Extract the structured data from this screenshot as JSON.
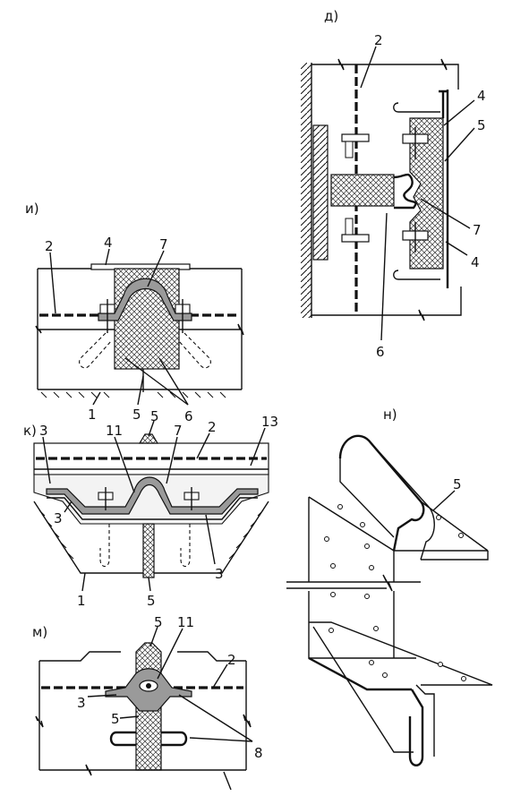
{
  "panels": {
    "d": {
      "letter": "д)",
      "callouts": {
        "c2": "2",
        "c4a": "4",
        "c5": "5",
        "c7": "7",
        "c4b": "4",
        "c6": "6"
      }
    },
    "i": {
      "letter": "и)",
      "callouts": {
        "c2": "2",
        "c4": "4",
        "c7": "7",
        "c1": "1",
        "c5": "5",
        "c6": "6"
      }
    },
    "k": {
      "letter": "к)",
      "callouts": {
        "c3a": "3",
        "c11": "11",
        "c5a": "5",
        "c7": "7",
        "c2": "2",
        "c13": "13",
        "c3b": "3",
        "c3c": "3",
        "c1": "1",
        "c5b": "5"
      }
    },
    "n": {
      "letter": "н)",
      "callouts": {
        "c5": "5"
      }
    },
    "m": {
      "letter": "м)",
      "callouts": {
        "c5a": "5",
        "c11": "11",
        "c2": "2",
        "c3": "3",
        "c5b": "5",
        "c8": "8"
      }
    }
  }
}
